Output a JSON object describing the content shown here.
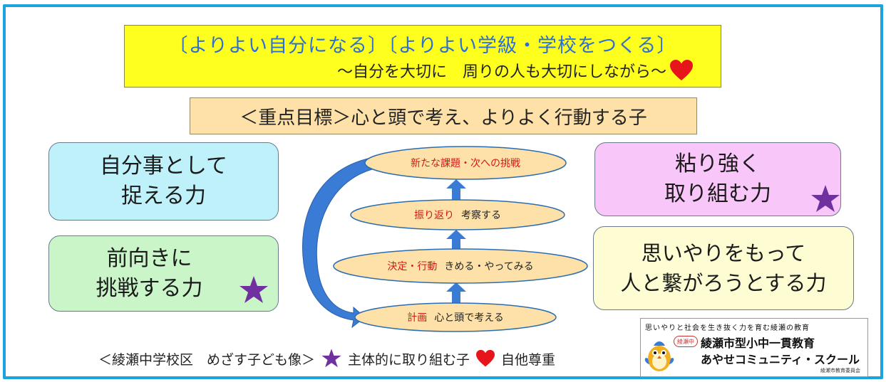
{
  "title": {
    "line1": "〔よりよい自分になる〕〔よりよい学級・学校をつくる〕",
    "line2": "〜自分を大切に　周りの人も大切にしながら〜"
  },
  "goal": "＜重点目標＞心と頭で考え、よりよく行動する子",
  "cards": {
    "top_left": [
      "自分事として",
      "捉える力"
    ],
    "bottom_left": [
      "前向きに",
      "挑戦する力"
    ],
    "top_right": [
      "粘り強く",
      "取り組む力"
    ],
    "bottom_right": [
      "思いやりをもって",
      "人と繋がろうとする力"
    ]
  },
  "cycle": {
    "step1": {
      "title": "新たな課題・次への挑戦",
      "text": ""
    },
    "step2": {
      "title": "振り返り",
      "text": "考察する"
    },
    "step3": {
      "title": "決定・行動",
      "text": "きめる・やってみる"
    },
    "step4": {
      "title": "計画",
      "text": "心と頭で考える"
    }
  },
  "footer": {
    "label": "＜綾瀬中学校区　めざす子ども像＞",
    "star_legend": "主体的に取り組む子",
    "heart_legend": "自他尊重"
  },
  "logo": {
    "tagline": "思いやりと社会を生き抜く力を育む綾瀬の教育",
    "badge": "綾瀬中",
    "line1": "綾瀬市型小中一貫教育",
    "line2": "あやせコミュニティ・スクール",
    "org": "綾瀬市教育委員会"
  },
  "colors": {
    "frame": "#1aa3dc",
    "title_bg": "#ffff1e",
    "title_text": "#2e6fd0",
    "goal_bg": "#fde1a8",
    "card_cyan": "#bff1fa",
    "card_green": "#c9f5c9",
    "card_pink": "#f9c6f9",
    "card_cream": "#fdfcd2",
    "ellipse": "#fde1a8",
    "arrow_blue": "#3a7bd5",
    "star": "#7030a0",
    "heart": "#e8141c",
    "step_red": "#d01818"
  },
  "icons": [
    "heart-icon",
    "star-icon",
    "up-arrow-icon",
    "cycle-arrow-icon",
    "mascot-bird-icon"
  ]
}
